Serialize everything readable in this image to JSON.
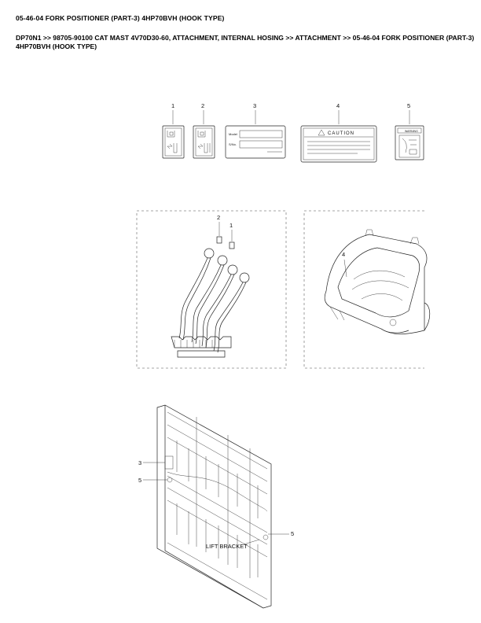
{
  "header": {
    "title": "05-46-04 FORK POSITIONER (PART-3) 4HP70BVH (HOOK TYPE)",
    "breadcrumb": "DP70N1 >> 98705-90100 CAT MAST 4V70D30-60, ATTACHMENT, INTERNAL HOSING >> ATTACHMENT >> 05-46-04 FORK POSITIONER (PART-3) 4HP70BVH (HOOK TYPE)"
  },
  "labels": {
    "part1": "1",
    "part2": "2",
    "part3": "3",
    "part4": "4",
    "part5": "5",
    "caution_text": "CAUTION",
    "warning_text": "WARNING",
    "model_text": "Model",
    "sno_text": "S/No.",
    "lift_bracket": "LIFT BRACKET"
  }
}
